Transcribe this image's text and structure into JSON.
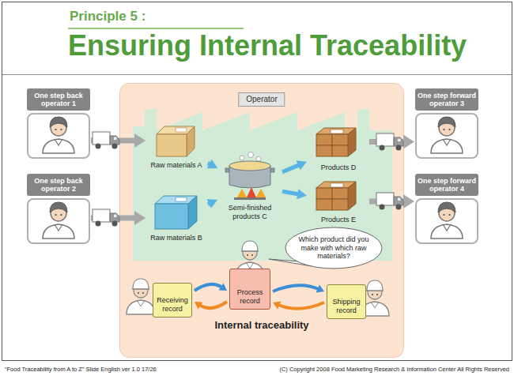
{
  "diagram": {
    "title": "Ensuring Internal Traceability",
    "nodes": [
      {
        "text": [
          "One step back operator 1"
        ]
      },
      {
        "text": [
          "One step back operator 2"
        ]
      },
      {
        "text": [
          "Operator",
          "Internal traceability"
        ]
      },
      {
        "text": [
          "Raw materials A"
        ],
        "in": 2
      },
      {
        "text": [
          "Raw materials B"
        ],
        "in": 2
      },
      {
        "text": [
          "Semi-finished products C"
        ],
        "in": 2
      },
      {
        "text": [
          "Products D"
        ],
        "in": 2
      },
      {
        "text": [
          "Products E"
        ],
        "in": 2
      },
      {
        "text": [
          "Which product did you make with which raw materials?"
        ],
        "in": 2
      },
      {
        "text": [
          "Receiving record"
        ],
        "in": 2
      },
      {
        "text": [
          "Process record"
        ],
        "in": 2
      },
      {
        "text": [
          "Shipping record"
        ],
        "in": 2
      },
      {
        "text": [
          "One step forward operator 3"
        ]
      },
      {
        "text": [
          "One step forward operator 4"
        ]
      }
    ],
    "edges": [
      {
        "from": 0,
        "to": 3,
        "arrow": "to"
      },
      {
        "from": 1,
        "to": 4,
        "arrow": "to"
      },
      {
        "from": 3,
        "to": 5,
        "arrow": "to"
      },
      {
        "from": 4,
        "to": 5,
        "arrow": "to"
      },
      {
        "from": 5,
        "to": 6,
        "arrow": "to"
      },
      {
        "from": 5,
        "to": 7,
        "arrow": "to"
      },
      {
        "from": 6,
        "to": 12,
        "arrow": "to"
      },
      {
        "from": 7,
        "to": 13,
        "arrow": "to"
      },
      {
        "from": 9,
        "to": 10,
        "arrow": "both"
      },
      {
        "from": 10,
        "to": 11,
        "arrow": "both"
      }
    ],
    "labels": [
      "Principle 5 :",
      "“Food Traceability from A to Z” Slide English ver 1.0 17/26",
      "(C) Copyright 2008 Food Marketing Research & Information Center All Rights Reserved"
    ]
  }
}
